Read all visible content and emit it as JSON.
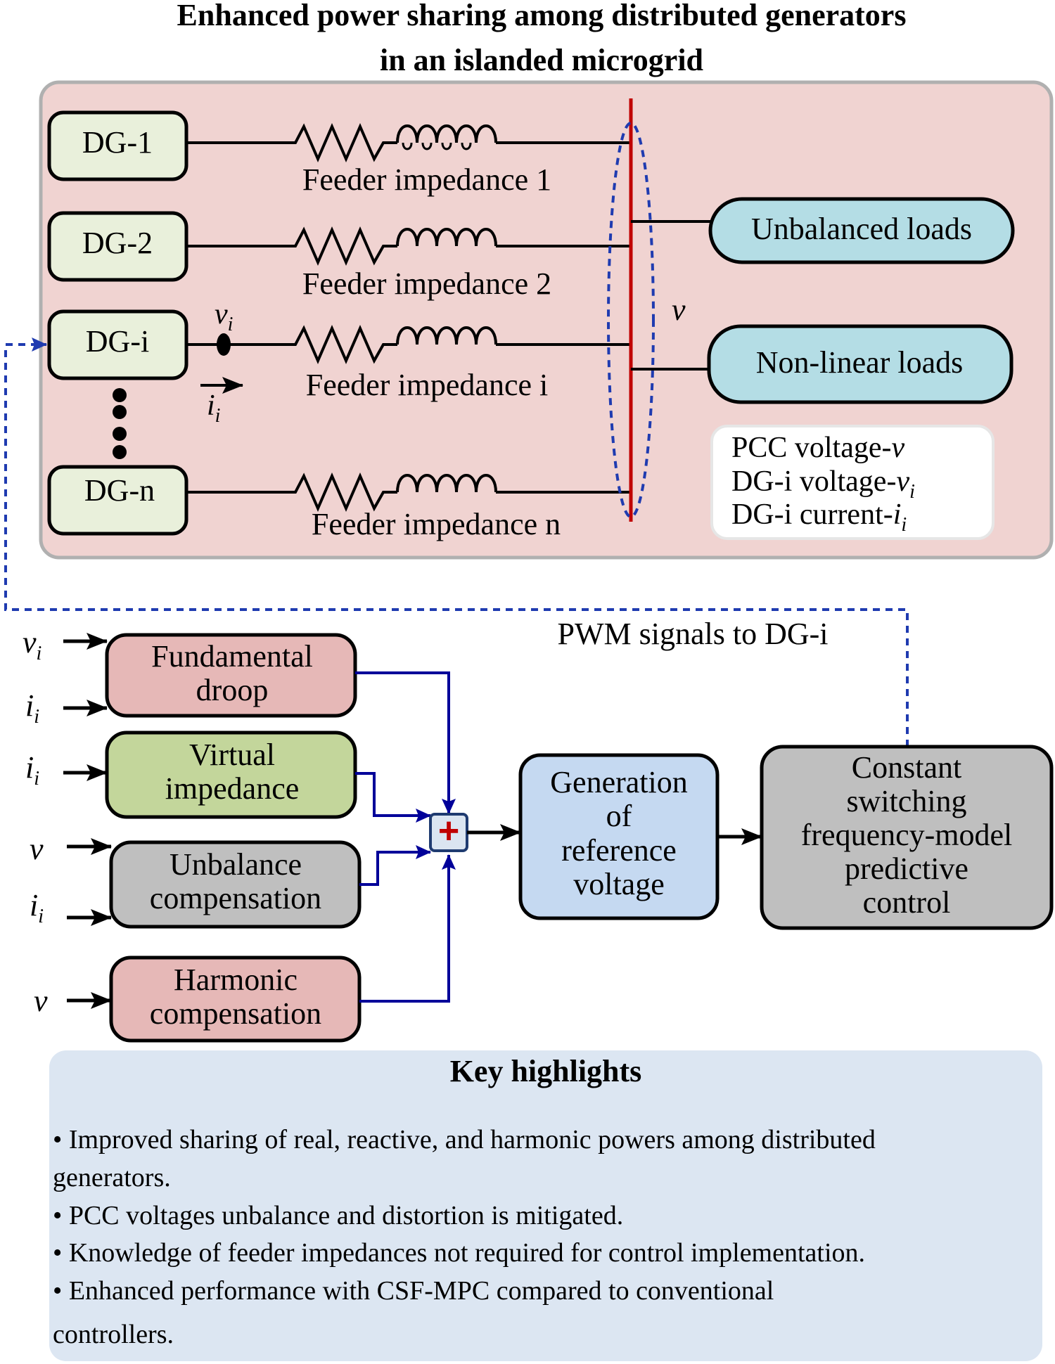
{
  "title": {
    "line1": "Enhanced power sharing among distributed generators",
    "line2": "in an islanded microgrid"
  },
  "microgrid": {
    "generators": [
      "DG-1",
      "DG-2",
      "DG-i",
      "DG-n"
    ],
    "feeders": [
      "Feeder impedance 1",
      "Feeder impedance 2",
      "Feeder impedance i",
      "Feeder impedance n"
    ],
    "loads": [
      "Unbalanced loads",
      "Non-linear loads"
    ],
    "pcc_label": "v",
    "dg_voltage_label": {
      "base": "v",
      "sub": "i"
    },
    "dg_current_label": {
      "base": "i",
      "sub": "i"
    },
    "legend": {
      "pcc": {
        "text": "PCC voltage-",
        "sym": "v"
      },
      "dg_voltage": {
        "text": "DG-i voltage-",
        "sym": "v",
        "sub": "i"
      },
      "dg_current": {
        "text": "DG-i current-",
        "sym": "i",
        "sub": "i"
      }
    }
  },
  "control": {
    "pwm_label": "PWM signals to DG-i",
    "blocks": {
      "droop": [
        "Fundamental",
        "droop"
      ],
      "virtual": [
        "Virtual",
        "impedance"
      ],
      "unbalance": [
        "Unbalance",
        "compensation"
      ],
      "harmonic": [
        "Harmonic",
        "compensation"
      ],
      "reference": [
        "Generation",
        "of",
        "reference",
        "voltage"
      ],
      "mpc": [
        "Constant",
        "switching",
        "frequency-model",
        "predictive",
        "control"
      ]
    },
    "sum_symbol": "+",
    "inputs": {
      "droop": [
        {
          "base": "v",
          "sub": "i"
        },
        {
          "base": "i",
          "sub": "i"
        }
      ],
      "virtual": [
        {
          "base": "i",
          "sub": "i"
        }
      ],
      "unbalance": [
        {
          "base": "v",
          "sub": ""
        },
        {
          "base": "i",
          "sub": "i"
        }
      ],
      "harmonic": [
        {
          "base": "v",
          "sub": ""
        }
      ]
    }
  },
  "highlights": {
    "title": "Key highlights",
    "bullet": "•",
    "items": [
      [
        "Improved sharing of real, reactive, and harmonic powers among distributed",
        "generators."
      ],
      [
        "PCC voltages unbalance and distortion is mitigated."
      ],
      [
        "Knowledge of feeder impedances not required for control implementation."
      ],
      [
        "Enhanced performance with CSF-MPC compared to conventional",
        "controllers."
      ]
    ]
  },
  "colors": {
    "panel_fill": "#f0d3d1",
    "panel_border": "#b0b0b0",
    "dg_fill": "#e9f0db",
    "load_fill": "#b4dde5",
    "bus_red": "#c00000",
    "dash_blue": "#1f3bb0",
    "wire_navy": "#000099",
    "droop_fill": "#e6b8b7",
    "virtual_fill": "#c3d69b",
    "unbalance_fill": "#bfbfbf",
    "harmonic_fill": "#e6b8b7",
    "reference_fill": "#c5d9f1",
    "mpc_fill": "#bfbfbf",
    "sum_fill": "#dbe5f1",
    "highlights_fill": "#dce6f2"
  }
}
